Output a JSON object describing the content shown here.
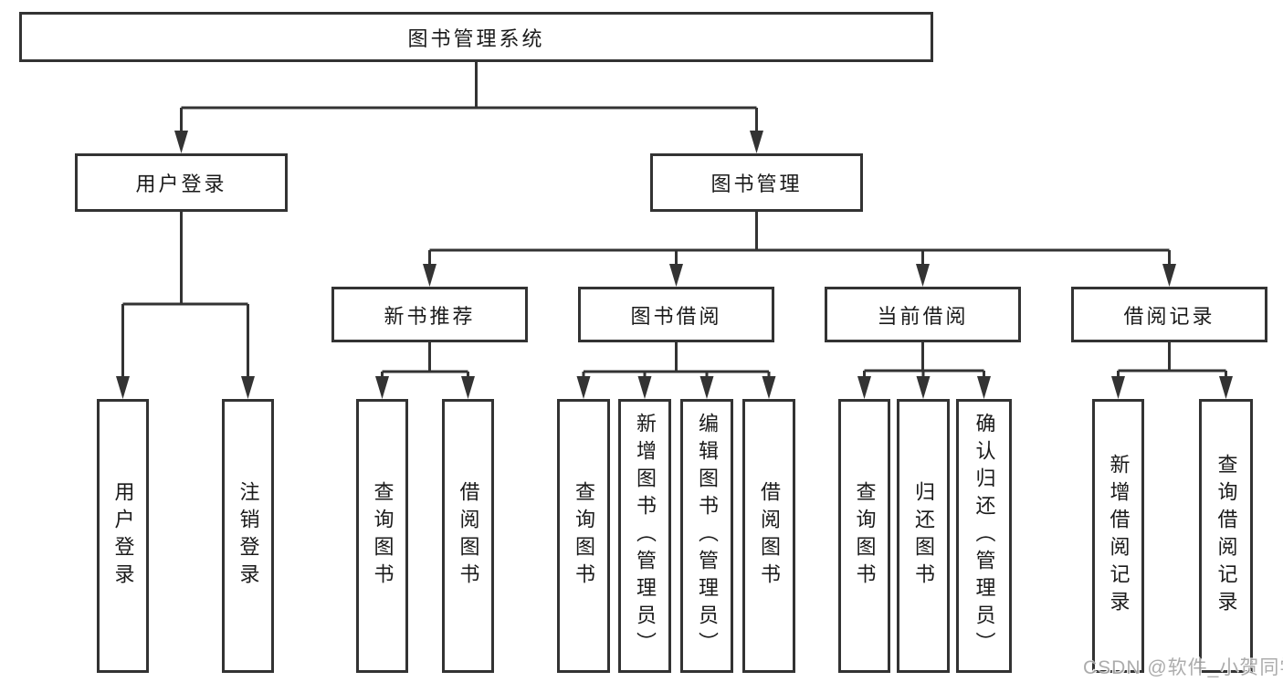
{
  "watermark": "CSDN @软件_小贺同学",
  "colors": {
    "background": "#ffffff",
    "box_border": "#333333",
    "connector_line": "#333333",
    "box_text": "#1a1a1a",
    "watermark_text": "#a6a6a6"
  },
  "tree": {
    "label": "图书管理系统",
    "children": [
      {
        "label": "用户登录",
        "children": [
          {
            "label": "用户登录"
          },
          {
            "label": "注销登录"
          }
        ]
      },
      {
        "label": "图书管理",
        "children": [
          {
            "label": "新书推荐",
            "children": [
              {
                "label": "查询图书"
              },
              {
                "label": "借阅图书"
              }
            ]
          },
          {
            "label": "图书借阅",
            "children": [
              {
                "label": "查询图书"
              },
              {
                "label": "新增图书（管理员）"
              },
              {
                "label": "编辑图书（管理员）"
              },
              {
                "label": "借阅图书"
              }
            ]
          },
          {
            "label": "当前借阅",
            "children": [
              {
                "label": "查询图书"
              },
              {
                "label": "归还图书"
              },
              {
                "label": "确认归还（管理员）"
              }
            ]
          },
          {
            "label": "借阅记录",
            "children": [
              {
                "label": "新增借阅记录"
              },
              {
                "label": "查询借阅记录"
              }
            ]
          }
        ]
      }
    ]
  }
}
